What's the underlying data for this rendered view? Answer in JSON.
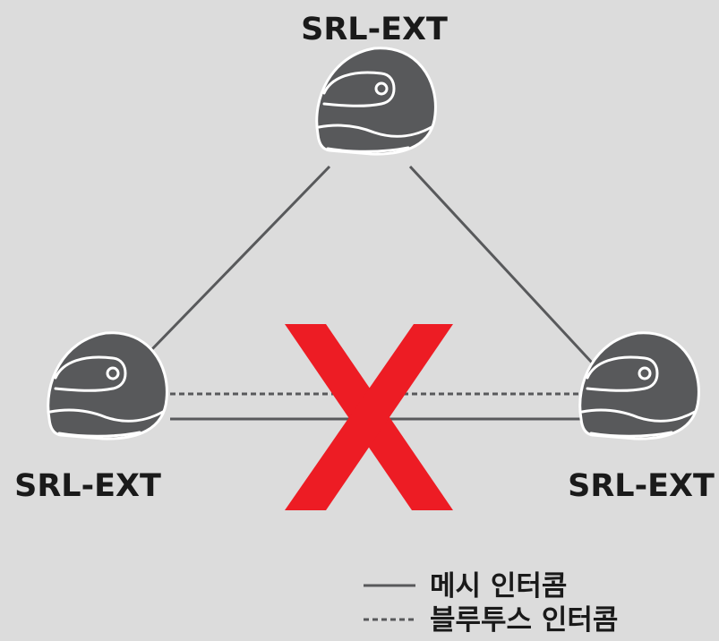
{
  "nodes": {
    "top": {
      "label": "SRL-EXT"
    },
    "left": {
      "label": "SRL-EXT"
    },
    "right": {
      "label": "SRL-EXT"
    }
  },
  "legend": {
    "mesh_label": "메시 인터콤",
    "bluetooth_label": "블루투스 인터콤"
  },
  "colors": {
    "background": "#dcdcdc",
    "helmet": "#58595b",
    "line": "#58595b",
    "cross": "#ed1c24"
  },
  "icons": {
    "helmet": "helmet-icon",
    "cross": "x-mark-icon"
  }
}
